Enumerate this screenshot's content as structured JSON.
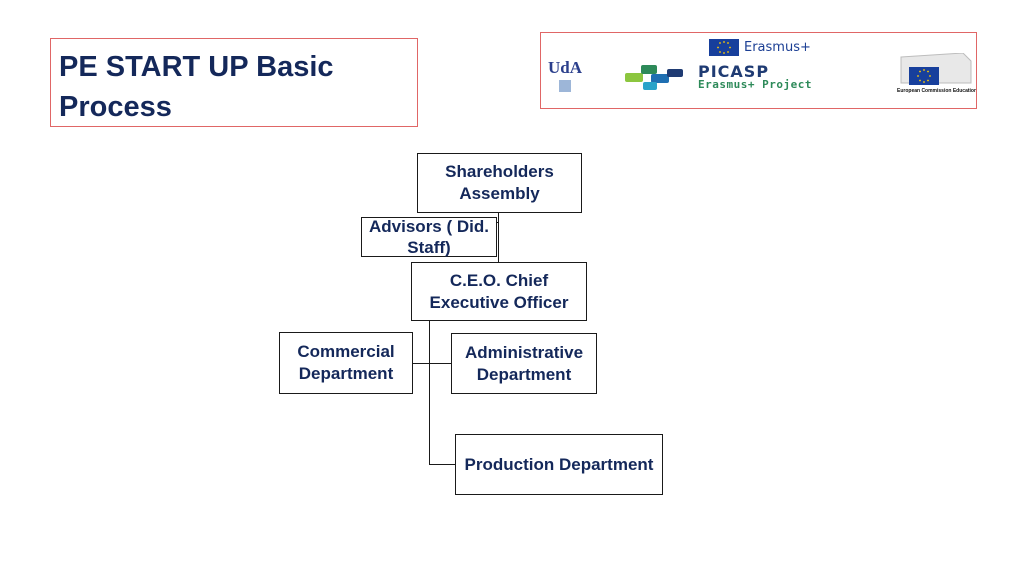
{
  "slide": {
    "title": "PE START UP Basic Process"
  },
  "logos": {
    "uda": "UdA",
    "erasmus": "Erasmus+",
    "picasp_title": "PICASP",
    "picasp_sub": "Erasmus+ Project",
    "ec_text": "European Commission Education",
    "colors": {
      "eu_blue": "#173f9c",
      "eu_star": "#ffcc00",
      "picasp_green": "#2d8a59",
      "title_navy": "#14285a",
      "frame_red": "#e06666"
    }
  },
  "org_chart": {
    "nodes": {
      "shareholders": "Shareholders Assembly",
      "advisors": "Advisors ( Did. Staff)",
      "ceo": "C.E.O. Chief Executive Officer",
      "commercial": "Commercial Department",
      "administrative": "Administrative Department",
      "production": "Production Department"
    }
  }
}
